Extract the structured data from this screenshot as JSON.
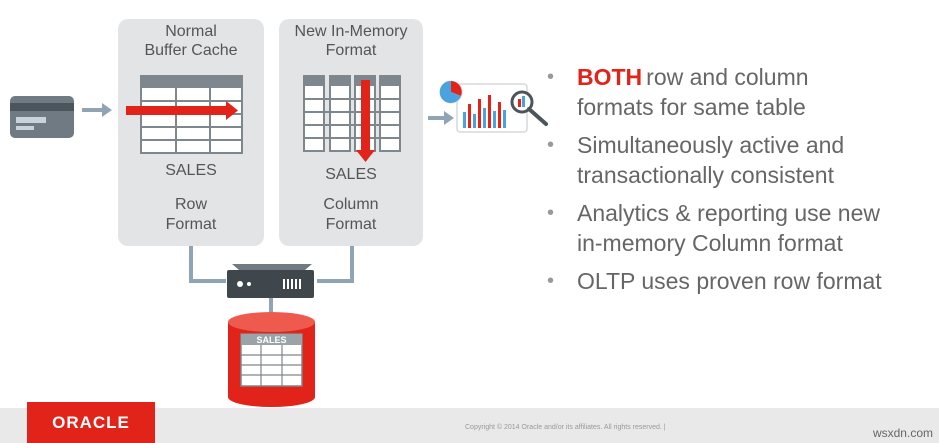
{
  "row_panel": {
    "title_line1": "Normal",
    "title_line2": "Buffer Cache",
    "table_name": "SALES",
    "format_line1": "Row",
    "format_line2": "Format"
  },
  "column_panel": {
    "title_line1": "New In-Memory",
    "title_line2": "Format",
    "table_name": "SALES",
    "format_line1": "Column",
    "format_line2": "Format"
  },
  "database": {
    "label": "SALES"
  },
  "bullets": [
    {
      "highlight": "BOTH",
      "line1": "row and column",
      "line2": "formats for same table"
    },
    {
      "highlight": "",
      "line1": "Simultaneously active and",
      "line2": "transactionally consistent"
    },
    {
      "highlight": "",
      "line1": "Analytics & reporting use new",
      "line2": "in-memory Column format"
    },
    {
      "highlight": "",
      "line1": "OLTP uses proven row format",
      "line2": ""
    }
  ],
  "bullet_glyph": "•",
  "footer": {
    "logo": "ORACLE",
    "copyright": "Copyright © 2014 Oracle and/or its affiliates. All rights reserved.  |",
    "watermark": "wsxdn.com"
  },
  "icons": [
    "credit-card-icon",
    "server-icon",
    "database-icon",
    "analytics-chart-icon",
    "magnifier-icon",
    "arrow-right-icon"
  ],
  "colors": {
    "accent_red": "#e2231a",
    "panel_gray": "#e2e4e5",
    "table_gray": "#9aa3a8",
    "chart_blue": "#4aa3df"
  }
}
